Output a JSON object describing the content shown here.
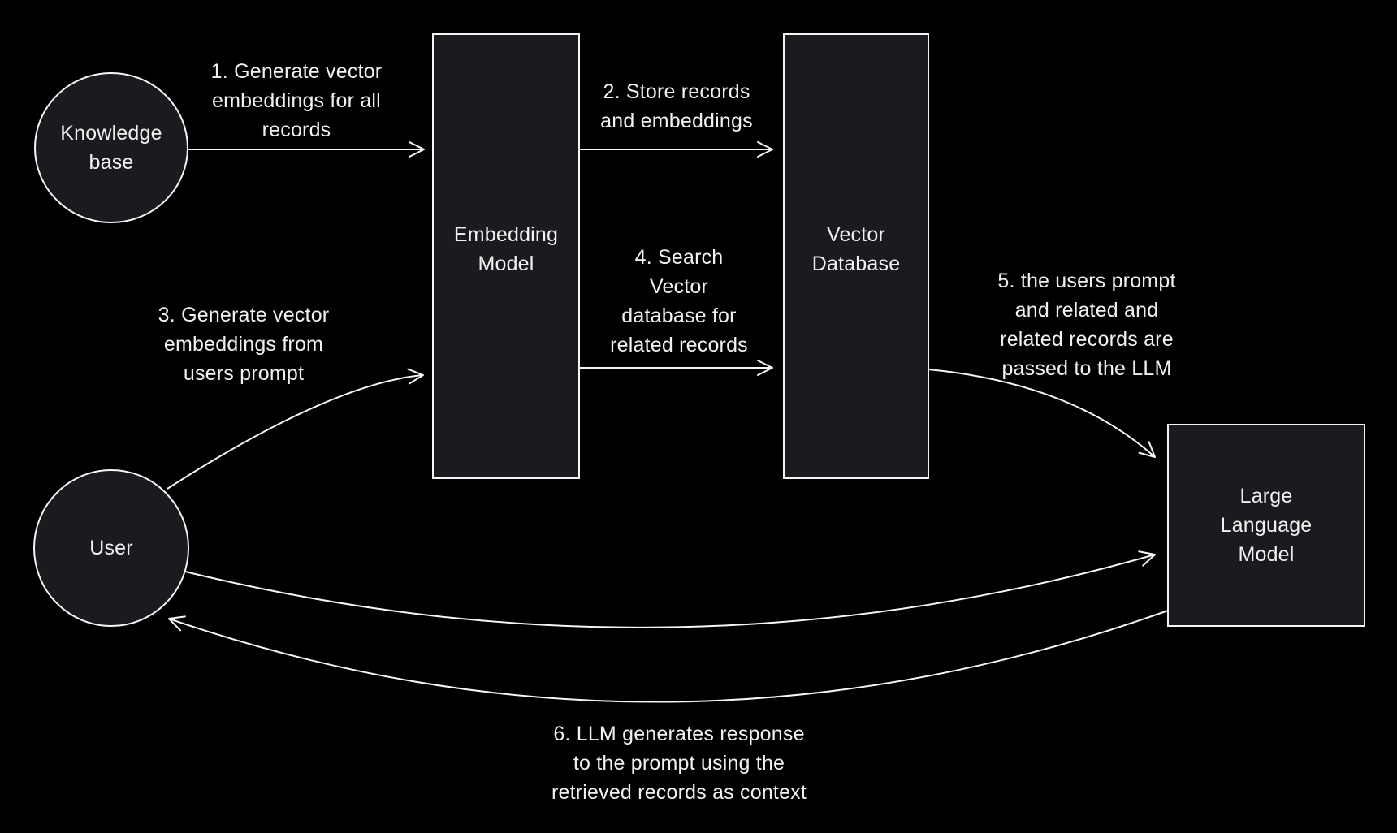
{
  "diagram": {
    "colors": {
      "background": "#000000",
      "node_fill": "#1b1b1f",
      "node_stroke": "#f5f5f5",
      "arrow_stroke": "#f5f5f5",
      "text": "#f1f1f1"
    },
    "nodes": {
      "knowledge_base": {
        "shape": "circle",
        "label": "Knowledge\nbase"
      },
      "embedding_model": {
        "shape": "rect",
        "label": "Embedding\nModel"
      },
      "vector_database": {
        "shape": "rect",
        "label": "Vector\nDatabase"
      },
      "user": {
        "shape": "circle",
        "label": "User"
      },
      "llm": {
        "shape": "rect",
        "label": "Large Language\nModel"
      }
    },
    "edges": {
      "e1": {
        "from": "knowledge_base",
        "to": "embedding_model",
        "label": "1. Generate vector\nembeddings for all\nrecords"
      },
      "e2": {
        "from": "embedding_model",
        "to": "vector_database",
        "label": "2. Store records\nand embeddings"
      },
      "e3": {
        "from": "user",
        "to": "embedding_model",
        "label": "3. Generate vector\nembeddings from\nusers prompt"
      },
      "e4": {
        "from": "embedding_model",
        "to": "vector_database",
        "label": "4. Search\nVector\ndatabase for\nrelated records"
      },
      "e5": {
        "from": "vector_database",
        "to": "llm",
        "label": "5. the users prompt\nand related and\nrelated records are\npassed to the LLM"
      },
      "e6": {
        "from": "user",
        "to": "llm",
        "label": ""
      },
      "e7": {
        "from": "llm",
        "to": "user",
        "label": "6. LLM generates response\nto the prompt using the\nretrieved records as context"
      }
    }
  }
}
